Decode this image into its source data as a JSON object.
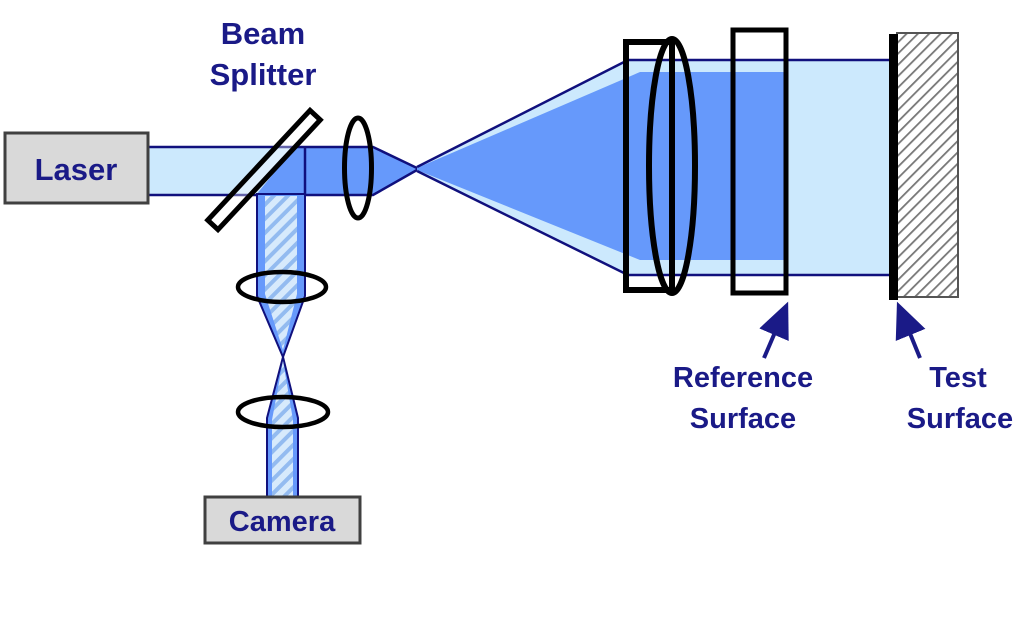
{
  "diagram": {
    "kind": "optical-interferometer-schematic",
    "components": {
      "laser": {
        "label": "Laser"
      },
      "camera": {
        "label": "Camera"
      },
      "beam_splitter": {
        "label_line1": "Beam",
        "label_line2": "Splitter"
      },
      "reference_surface": {
        "label_line1": "Reference",
        "label_line2": "Surface"
      },
      "test_surface": {
        "label_line1": "Test",
        "label_line2": "Surface"
      }
    }
  },
  "colors": {
    "light_beam": "#cce9fd",
    "dark_beam": "#6699fb",
    "beam_outline": "#10107d",
    "label_text": "#1a1a87",
    "box_fill": "#d9d9d9",
    "box_border": "#404040",
    "optic_outline": "#000000",
    "hatch_base": "#d7eafc",
    "hatch_stripe": "#93bbf0",
    "surface_hatch_line": "#777777",
    "test_surface_bar": "#000000"
  }
}
